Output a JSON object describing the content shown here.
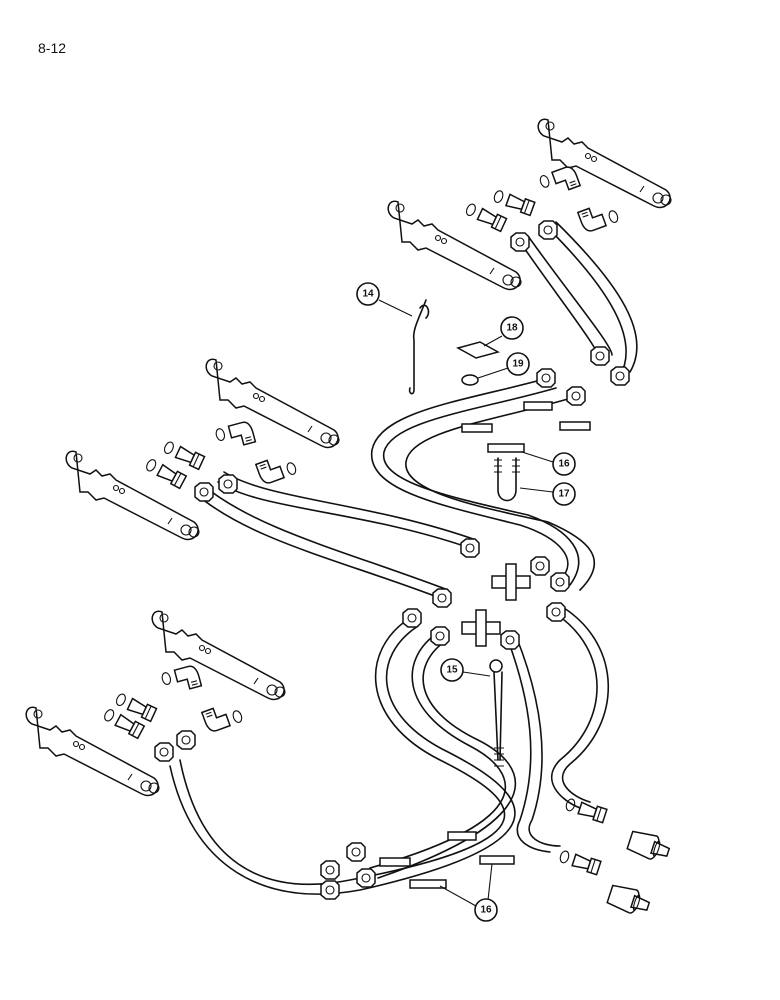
{
  "page": {
    "number": "8-12"
  },
  "callouts": [
    {
      "id": "c14",
      "label": "14"
    },
    {
      "id": "c15",
      "label": "15"
    },
    {
      "id": "c16a",
      "label": "16"
    },
    {
      "id": "c16b",
      "label": "16"
    },
    {
      "id": "c17",
      "label": "17"
    },
    {
      "id": "c18",
      "label": "18"
    },
    {
      "id": "c19",
      "label": "19"
    }
  ],
  "icons": {
    "cylinder": "hydraulic-cylinder-icon",
    "hose": "hydraulic-hose-icon",
    "fitting": "elbow-fitting-icon",
    "coupler": "quick-coupler-icon",
    "tee": "tee-fitting-icon"
  }
}
